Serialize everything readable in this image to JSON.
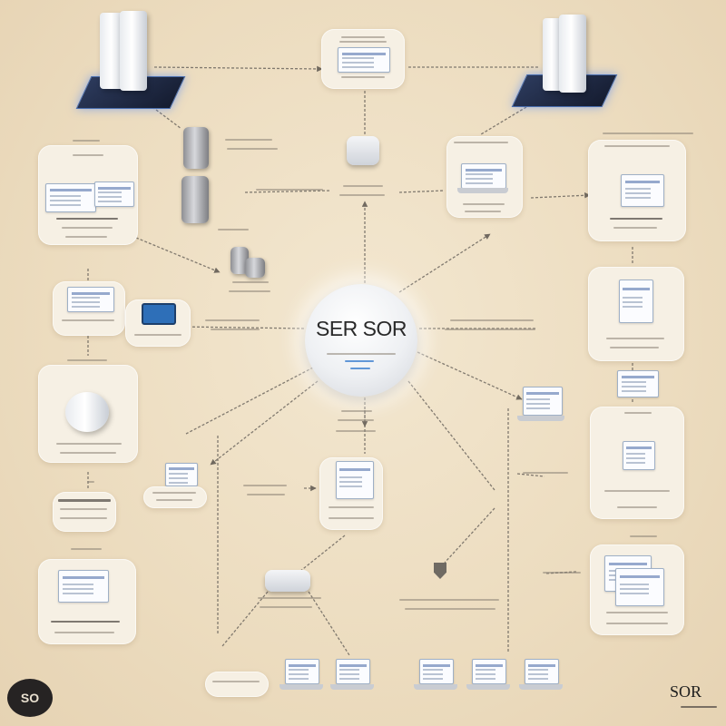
{
  "hub": {
    "title": "SER SOR"
  },
  "corner_logos": {
    "left_text": "SO",
    "right_text": "SOR"
  },
  "colors": {
    "background": "#ecdcbf",
    "card": "#f6f0e4",
    "accent_blue": "#2e6fb8",
    "connector": "#6e6860"
  },
  "icons": {
    "server_tower": "server-tower-icon",
    "server_rack": "server-rack-icon",
    "storage": "storage-cylinder-icon",
    "router": "router-icon",
    "laptop": "laptop-icon",
    "monitor": "monitor-icon",
    "shield": "shield-icon"
  }
}
